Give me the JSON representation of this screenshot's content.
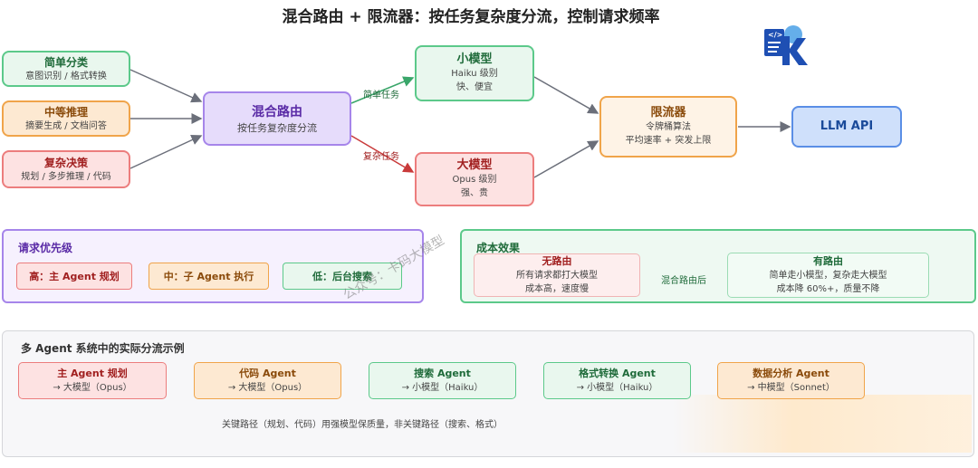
{
  "title": "混合路由 + 限流器：按任务复杂度分流，控制请求频率",
  "logo_text": "</>",
  "logo_letter": "K",
  "inputs": [
    {
      "title": "简单分类",
      "sub": "意图识别 / 格式转换"
    },
    {
      "title": "中等推理",
      "sub": "摘要生成 / 文档问答"
    },
    {
      "title": "复杂决策",
      "sub": "规划 / 多步推理 / 代码"
    }
  ],
  "router": {
    "title": "混合路由",
    "sub": "按任务复杂度分流"
  },
  "small_model": {
    "title": "小模型",
    "sub1": "Haiku 级别",
    "sub2": "快、便宜"
  },
  "large_model": {
    "title": "大模型",
    "sub1": "Opus 级别",
    "sub2": "强、贵"
  },
  "edge_simple": "简单任务",
  "edge_complex": "复杂任务",
  "limiter": {
    "title": "限流器",
    "sub1": "令牌桶算法",
    "sub2": "平均速率 + 突发上限"
  },
  "llm_api": "LLM API",
  "priority": {
    "title": "请求优先级",
    "items": [
      "高：主 Agent 规划",
      "中：子 Agent 执行",
      "低：后台搜索"
    ]
  },
  "cost": {
    "title": "成本效果",
    "before": {
      "title": "无路由",
      "sub1": "所有请求都打大模型",
      "sub2": "成本高，速度慢"
    },
    "arrow_label": "混合路由后",
    "after": {
      "title": "有路由",
      "sub1": "简单走小模型，复杂走大模型",
      "sub2": "成本降 60%+，质量不降"
    }
  },
  "examples": {
    "title": "多 Agent 系统中的实际分流示例",
    "cards": [
      {
        "title": "主 Agent 规划",
        "sub": "→ 大模型（Opus）",
        "tone": "red"
      },
      {
        "title": "代码 Agent",
        "sub": "→ 大模型（Opus）",
        "tone": "orange"
      },
      {
        "title": "搜索 Agent",
        "sub": "→ 小模型（Haiku）",
        "tone": "green"
      },
      {
        "title": "格式转换 Agent",
        "sub": "→ 小模型（Haiku）",
        "tone": "green"
      },
      {
        "title": "数据分析 Agent",
        "sub": "→ 中模型（Sonnet）",
        "tone": "orange"
      }
    ],
    "footer": "关键路径（规划、代码）用强模型保质量，非关键路径（搜索、格式）"
  },
  "watermark": "公众号：卡码大模型",
  "colors": {
    "green": "#5cc98a",
    "orange": "#f0a44a",
    "red": "#ec7d7d",
    "purple": "#a685ea",
    "blue": "#5a8ee6",
    "arrow": "#6b6f7a"
  }
}
